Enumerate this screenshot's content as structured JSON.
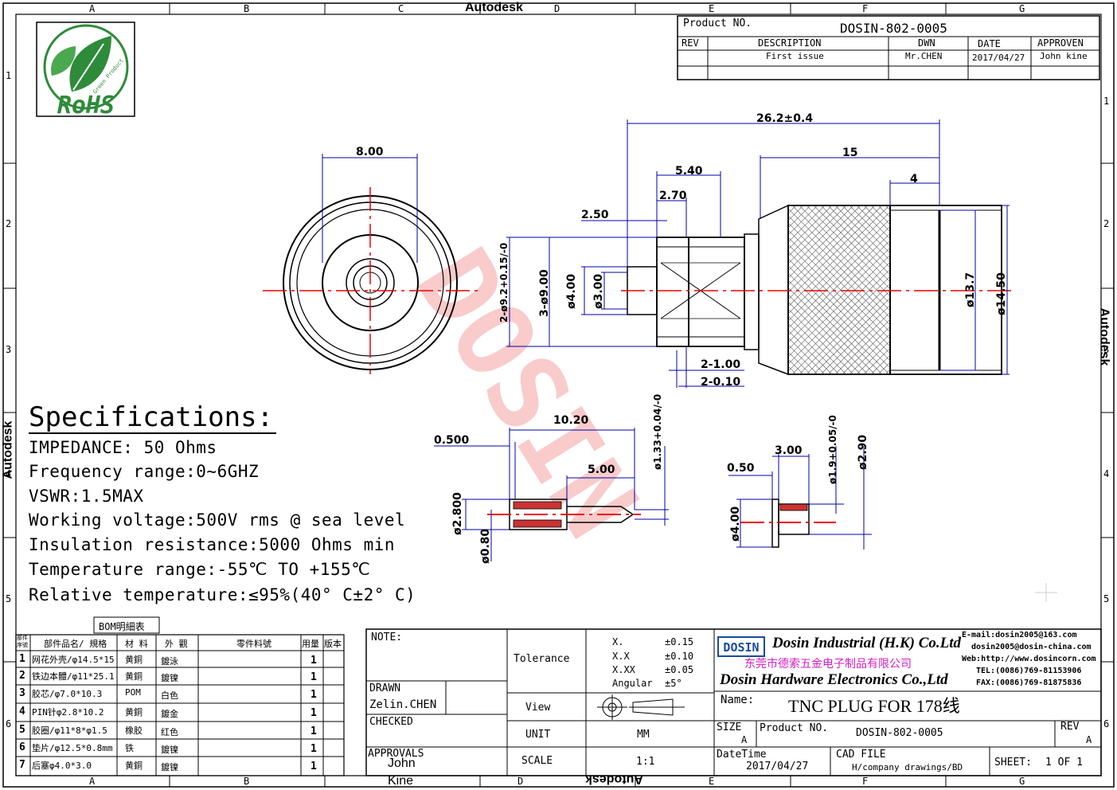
{
  "frame": {
    "col_letters": [
      "A",
      "B",
      "C",
      "D",
      "E",
      "F",
      "G"
    ],
    "row_numbers_left": [
      "1",
      "2",
      "3",
      "4",
      "5",
      "6"
    ],
    "row_numbers_right": [
      "1",
      "2",
      "3",
      "4",
      "5",
      "6"
    ],
    "watermark_app": "Autodesk",
    "watermark_brand": "DOSIN"
  },
  "rohs": {
    "label": "RoHS",
    "sublabel": "Green Product"
  },
  "title_block_top": {
    "product_no_label": "Product NO.",
    "product_no": "DOSIN-802-0005",
    "headers": [
      "REV",
      "DESCRIPTION",
      "DWN",
      "DATE",
      "APPROVEN"
    ],
    "row": {
      "rev": "",
      "description": "First issue",
      "dwn": "Mr.CHEN",
      "date": "2017/04/27",
      "approven": "John kine"
    }
  },
  "dimensions": {
    "front_width": "8.00",
    "overall_length": "26.2±0.4",
    "d15": "15",
    "d540": "5.40",
    "d270": "2.70",
    "d250": "2.50",
    "d4": "4",
    "phi92": "2-ø9.2+0.15/-0",
    "phi9": "3-ø9.00",
    "phi4": "ø4.00",
    "phi3": "ø3.00",
    "phi137": "ø13.7",
    "phi1450": "ø14.50",
    "d2_100": "2-1.00",
    "d2_010": "2-0.10",
    "pin_len": "10.20",
    "pin_0500": "0.500",
    "pin_500": "5.00",
    "pin_phi133": "ø1.33+0.04/-0",
    "pin_phi2800": "ø2.800",
    "pin_phi080": "ø0.80",
    "bush_300": "3.00",
    "bush_050": "0.50",
    "bush_phi19": "ø1.9+0.05/-0",
    "bush_phi290": "ø2.90",
    "bush_phi400": "ø4.00"
  },
  "specifications": {
    "title": "Specifications:",
    "lines": [
      "IMPEDANCE: 50 Ohms",
      "Frequency range:0~6GHZ",
      "VSWR:1.5MAX",
      "Working voltage:500V rms @ sea level",
      "Insulation resistance:5000 Ohms min",
      "Temperature range:-55℃ TO +155℃",
      "Relative temperature:≤95%(40° C±2° C)"
    ]
  },
  "bom": {
    "title": "BOM明細表",
    "headers": [
      "部件序號",
      "部件品名/ 規格",
      "材 料",
      "外 觀",
      "零件料號",
      "用量",
      "版本"
    ],
    "rows": [
      {
        "no": "1",
        "name": "网花外壳/φ14.5*15",
        "material": "黄銅",
        "finish": "鍍泳",
        "part": "",
        "qty": "1",
        "rev": ""
      },
      {
        "no": "2",
        "name": "铁边本體/φ11*25.1",
        "material": "黄銅",
        "finish": "鍍镍",
        "part": "",
        "qty": "1",
        "rev": ""
      },
      {
        "no": "3",
        "name": "胶芯/φ7.0*10.3",
        "material": "POM",
        "finish": "白色",
        "part": "",
        "qty": "1",
        "rev": ""
      },
      {
        "no": "4",
        "name": "PIN针φ2.8*10.2",
        "material": "黄銅",
        "finish": "鍍金",
        "part": "",
        "qty": "1",
        "rev": ""
      },
      {
        "no": "5",
        "name": "胶圈/φ11*8*φ1.5",
        "material": "橡胶",
        "finish": "红色",
        "part": "",
        "qty": "1",
        "rev": ""
      },
      {
        "no": "6",
        "name": "垫片/φ12.5*0.8mm",
        "material": "铁",
        "finish": "鍍镍",
        "part": "",
        "qty": "1",
        "rev": ""
      },
      {
        "no": "7",
        "name": "后塞φ4.0*3.0",
        "material": "黄銅",
        "finish": "鍍镍",
        "part": "",
        "qty": "1",
        "rev": ""
      }
    ]
  },
  "title_block": {
    "note_label": "NOTE:",
    "drawn_label": "DRAWN",
    "drawn_by": "Zelin.CHEN",
    "checked_label": "CHECKED",
    "approvals_label": "APPROVALS",
    "approvals_name1": "John",
    "approvals_name2": "Kine",
    "tolerance_label": "Tolerance",
    "tolerances": [
      {
        "k": "X.",
        "v": "±0.15"
      },
      {
        "k": "X.X",
        "v": "±0.10"
      },
      {
        "k": "X.XX",
        "v": "±0.05"
      },
      {
        "k": "Angular",
        "v": "±5°"
      }
    ],
    "view_label": "View",
    "unit_label": "UNIT",
    "unit": "MM",
    "scale_label": "SCALE",
    "scale": "1:1",
    "company_logo": "DOSIN",
    "company_en1": "Dosin Industrial (H.K) Co.Ltd",
    "company_cn": "东莞市德索五金电子制品有限公司",
    "company_en2": "Dosin Hardware Electronics Co.,Ltd",
    "email": "E-mail:dosin2005@163.com",
    "email2": "dosin2005@dosin-china.com",
    "web": "Web:http://www.dosincorn.com",
    "tel": "TEL:(0086)769-81153906",
    "fax": "FAX:(0086)769-81875836",
    "name_label": "Name:",
    "name": "TNC PLUG FOR 178线",
    "size_label": "SIZE",
    "size": "A",
    "product_no_label": "Product NO.",
    "product_no": "DOSIN-802-0005",
    "rev_label": "REV",
    "rev": "A",
    "datetime_label": "DateTime",
    "datetime": "2017/04/27",
    "cad_label": "CAD FILE",
    "cad": "H/company drawings/BD",
    "sheet_label": "SHEET:",
    "sheet": "1 OF 1"
  }
}
